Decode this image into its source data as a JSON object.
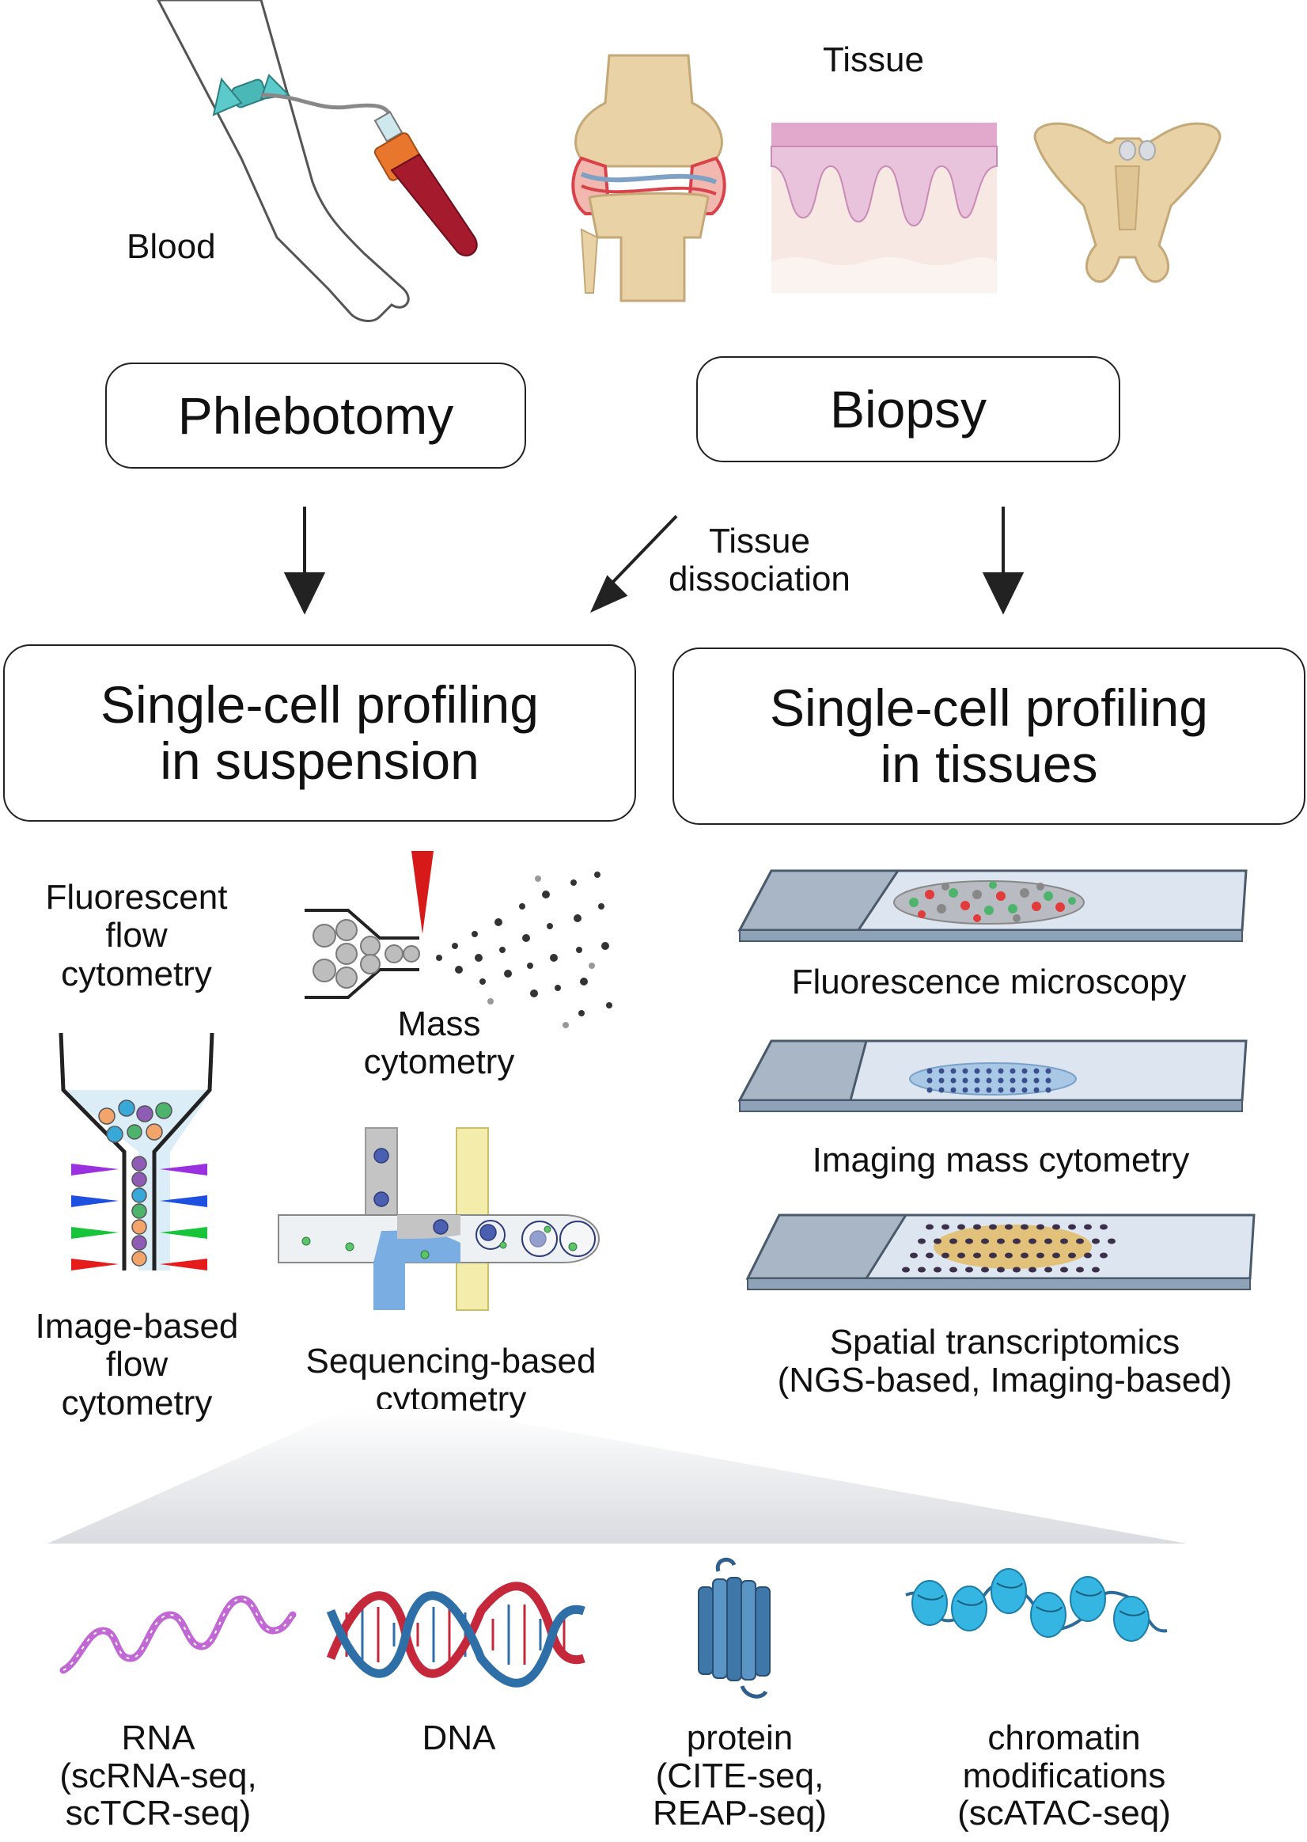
{
  "sources": {
    "blood_label": "Blood",
    "tissue_label": "Tissue"
  },
  "procedures": {
    "phlebotomy": "Phlebotomy",
    "biopsy": "Biopsy",
    "dissociation_line1": "Tissue",
    "dissociation_line2": "dissociation"
  },
  "profiling": {
    "suspension_line1": "Single-cell profiling",
    "suspension_line2": "in suspension",
    "tissues_line1": "Single-cell profiling",
    "tissues_line2": "in tissues"
  },
  "suspension_methods": {
    "fluorescent": [
      "Fluorescent",
      "flow",
      "cytometry"
    ],
    "mass": [
      "Mass",
      "cytometry"
    ],
    "image_based": [
      "Image-based",
      "flow",
      "cytometry"
    ],
    "sequencing": [
      "Sequencing-based",
      "cytometry"
    ]
  },
  "tissue_methods": {
    "fluorescence": "Fluorescence microscopy",
    "imaging_mass": "Imaging mass cytometry",
    "spatial_line1": "Spatial transcriptomics",
    "spatial_line2": "(NGS-based, Imaging-based)"
  },
  "modalities": [
    {
      "name": "RNA",
      "line2": "(scRNA-seq,",
      "line3": "scTCR-seq)"
    },
    {
      "name": "DNA",
      "line2": "",
      "line3": ""
    },
    {
      "name": "protein",
      "line2": "(CITE-seq,",
      "line3": "REAP-seq)"
    },
    {
      "name": "chromatin",
      "line2": "modifications",
      "line3": "(scATAC-seq)"
    }
  ],
  "colors": {
    "bone": "#e8d2a6",
    "cartilage_red": "#d9424a",
    "skin_pink": "#e9c3dc",
    "slide_blue": "#9fb4cc",
    "rna_purple": "#c268d4",
    "dna_red": "#c4283a",
    "dna_blue": "#2f6fa8",
    "protein_blue": "#3f78a8",
    "chromatin_cyan": "#35b5e2"
  }
}
